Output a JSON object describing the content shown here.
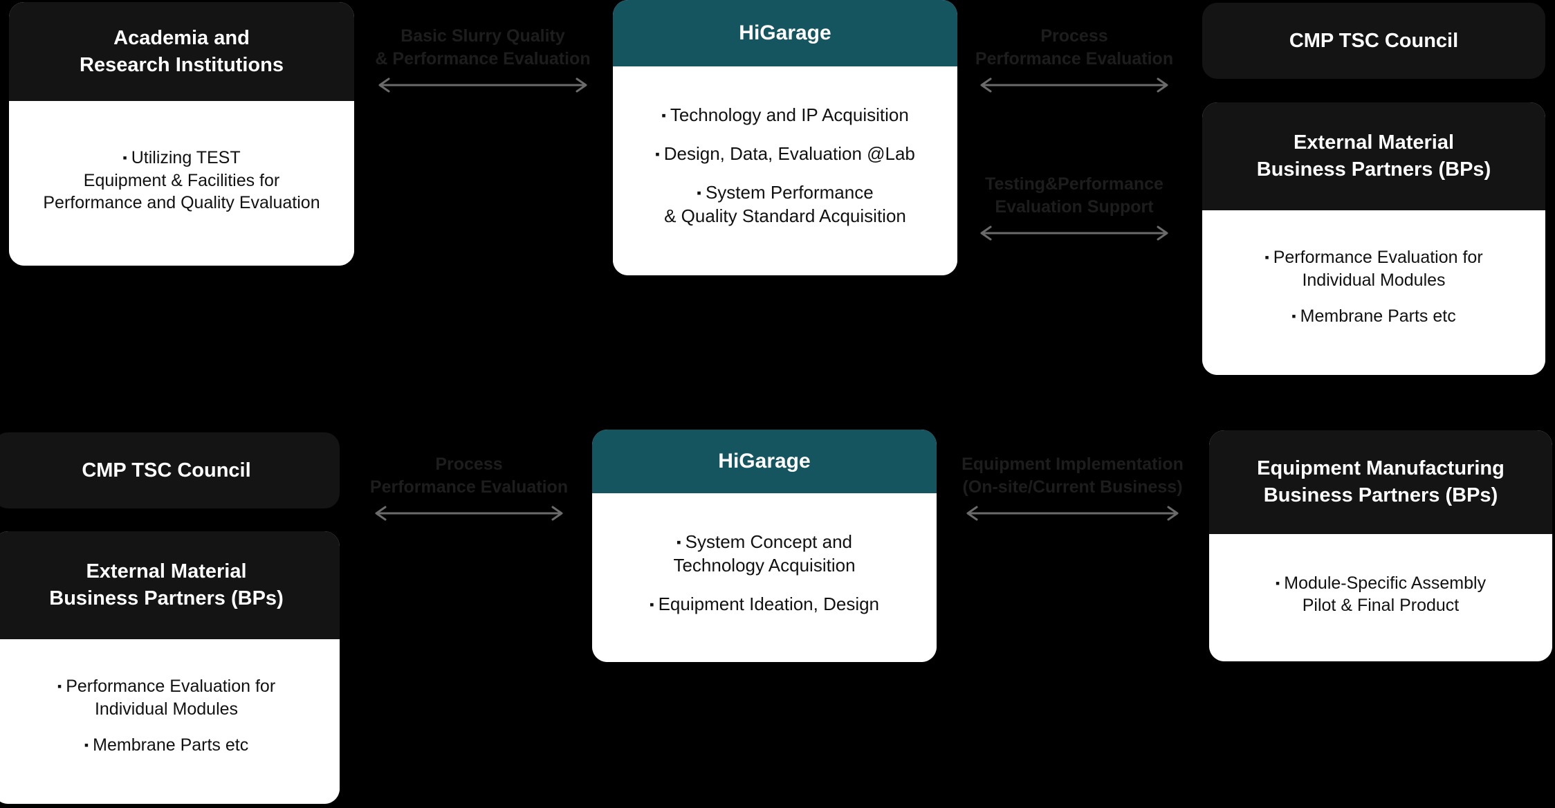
{
  "theme": {
    "background": "#000000",
    "card_header_dark": "#141414",
    "card_header_teal": "#15555f",
    "card_body": "#ffffff",
    "arrow_color": "#6b6b6b",
    "connector_label_color": "#1d1d1d",
    "bullet_glyph": "▪"
  },
  "cards": {
    "academia": {
      "title_lines": [
        "Academia and",
        "Research Institutions"
      ],
      "bullets": [
        [
          "Utilizing TEST",
          "Equipment & Facilities for",
          "Performance and Quality Evaluation"
        ]
      ]
    },
    "higarage_top": {
      "title_lines": [
        "HiGarage"
      ],
      "bullets": [
        [
          "Technology and IP Acquisition"
        ],
        [
          "Design, Data, Evaluation @Lab"
        ],
        [
          "System Performance",
          "& Quality Standard Acquisition"
        ]
      ]
    },
    "cmp_tsc_top": {
      "title_lines": [
        "CMP TSC Council"
      ]
    },
    "external_material_top": {
      "title_lines": [
        "External Material",
        "Business Partners (BPs)"
      ],
      "bullets": [
        [
          "Performance Evaluation for",
          "Individual Modules"
        ],
        [
          "Membrane Parts etc"
        ]
      ]
    },
    "cmp_tsc_bottom": {
      "title_lines": [
        "CMP TSC Council"
      ]
    },
    "external_material_bottom": {
      "title_lines": [
        "External Material",
        "Business Partners (BPs)"
      ],
      "bullets": [
        [
          "Performance Evaluation for",
          "Individual Modules"
        ],
        [
          "Membrane Parts etc"
        ]
      ]
    },
    "higarage_bottom": {
      "title_lines": [
        "HiGarage"
      ],
      "bullets": [
        [
          "System Concept and",
          "Technology Acquisition"
        ],
        [
          "Equipment Ideation, Design"
        ]
      ]
    },
    "equipment_manufacturing_bottom": {
      "title_lines": [
        "Equipment Manufacturing",
        "Business Partners (BPs)"
      ],
      "bullets": [
        [
          "Module-Specific Assembly",
          "Pilot & Final Product"
        ]
      ]
    }
  },
  "connectors": {
    "slurry_quality": {
      "label_lines": [
        "Basic Slurry Quality",
        "& Performance Evaluation"
      ],
      "arrow": "double-headed"
    },
    "process_performance_top": {
      "label_lines": [
        "Process",
        "Performance Evaluation"
      ],
      "arrow": "double-headed"
    },
    "testing_performance": {
      "label_lines": [
        "Testing&Performance",
        "Evaluation Support"
      ],
      "arrow": "double-headed"
    },
    "process_performance_bottom": {
      "label_lines": [
        "Process",
        "Performance Evaluation"
      ],
      "arrow": "double-headed"
    },
    "equipment_implementation": {
      "label_lines": [
        "Equipment Implementation",
        "(On-site/Current Business)"
      ],
      "arrow": "double-headed"
    }
  }
}
